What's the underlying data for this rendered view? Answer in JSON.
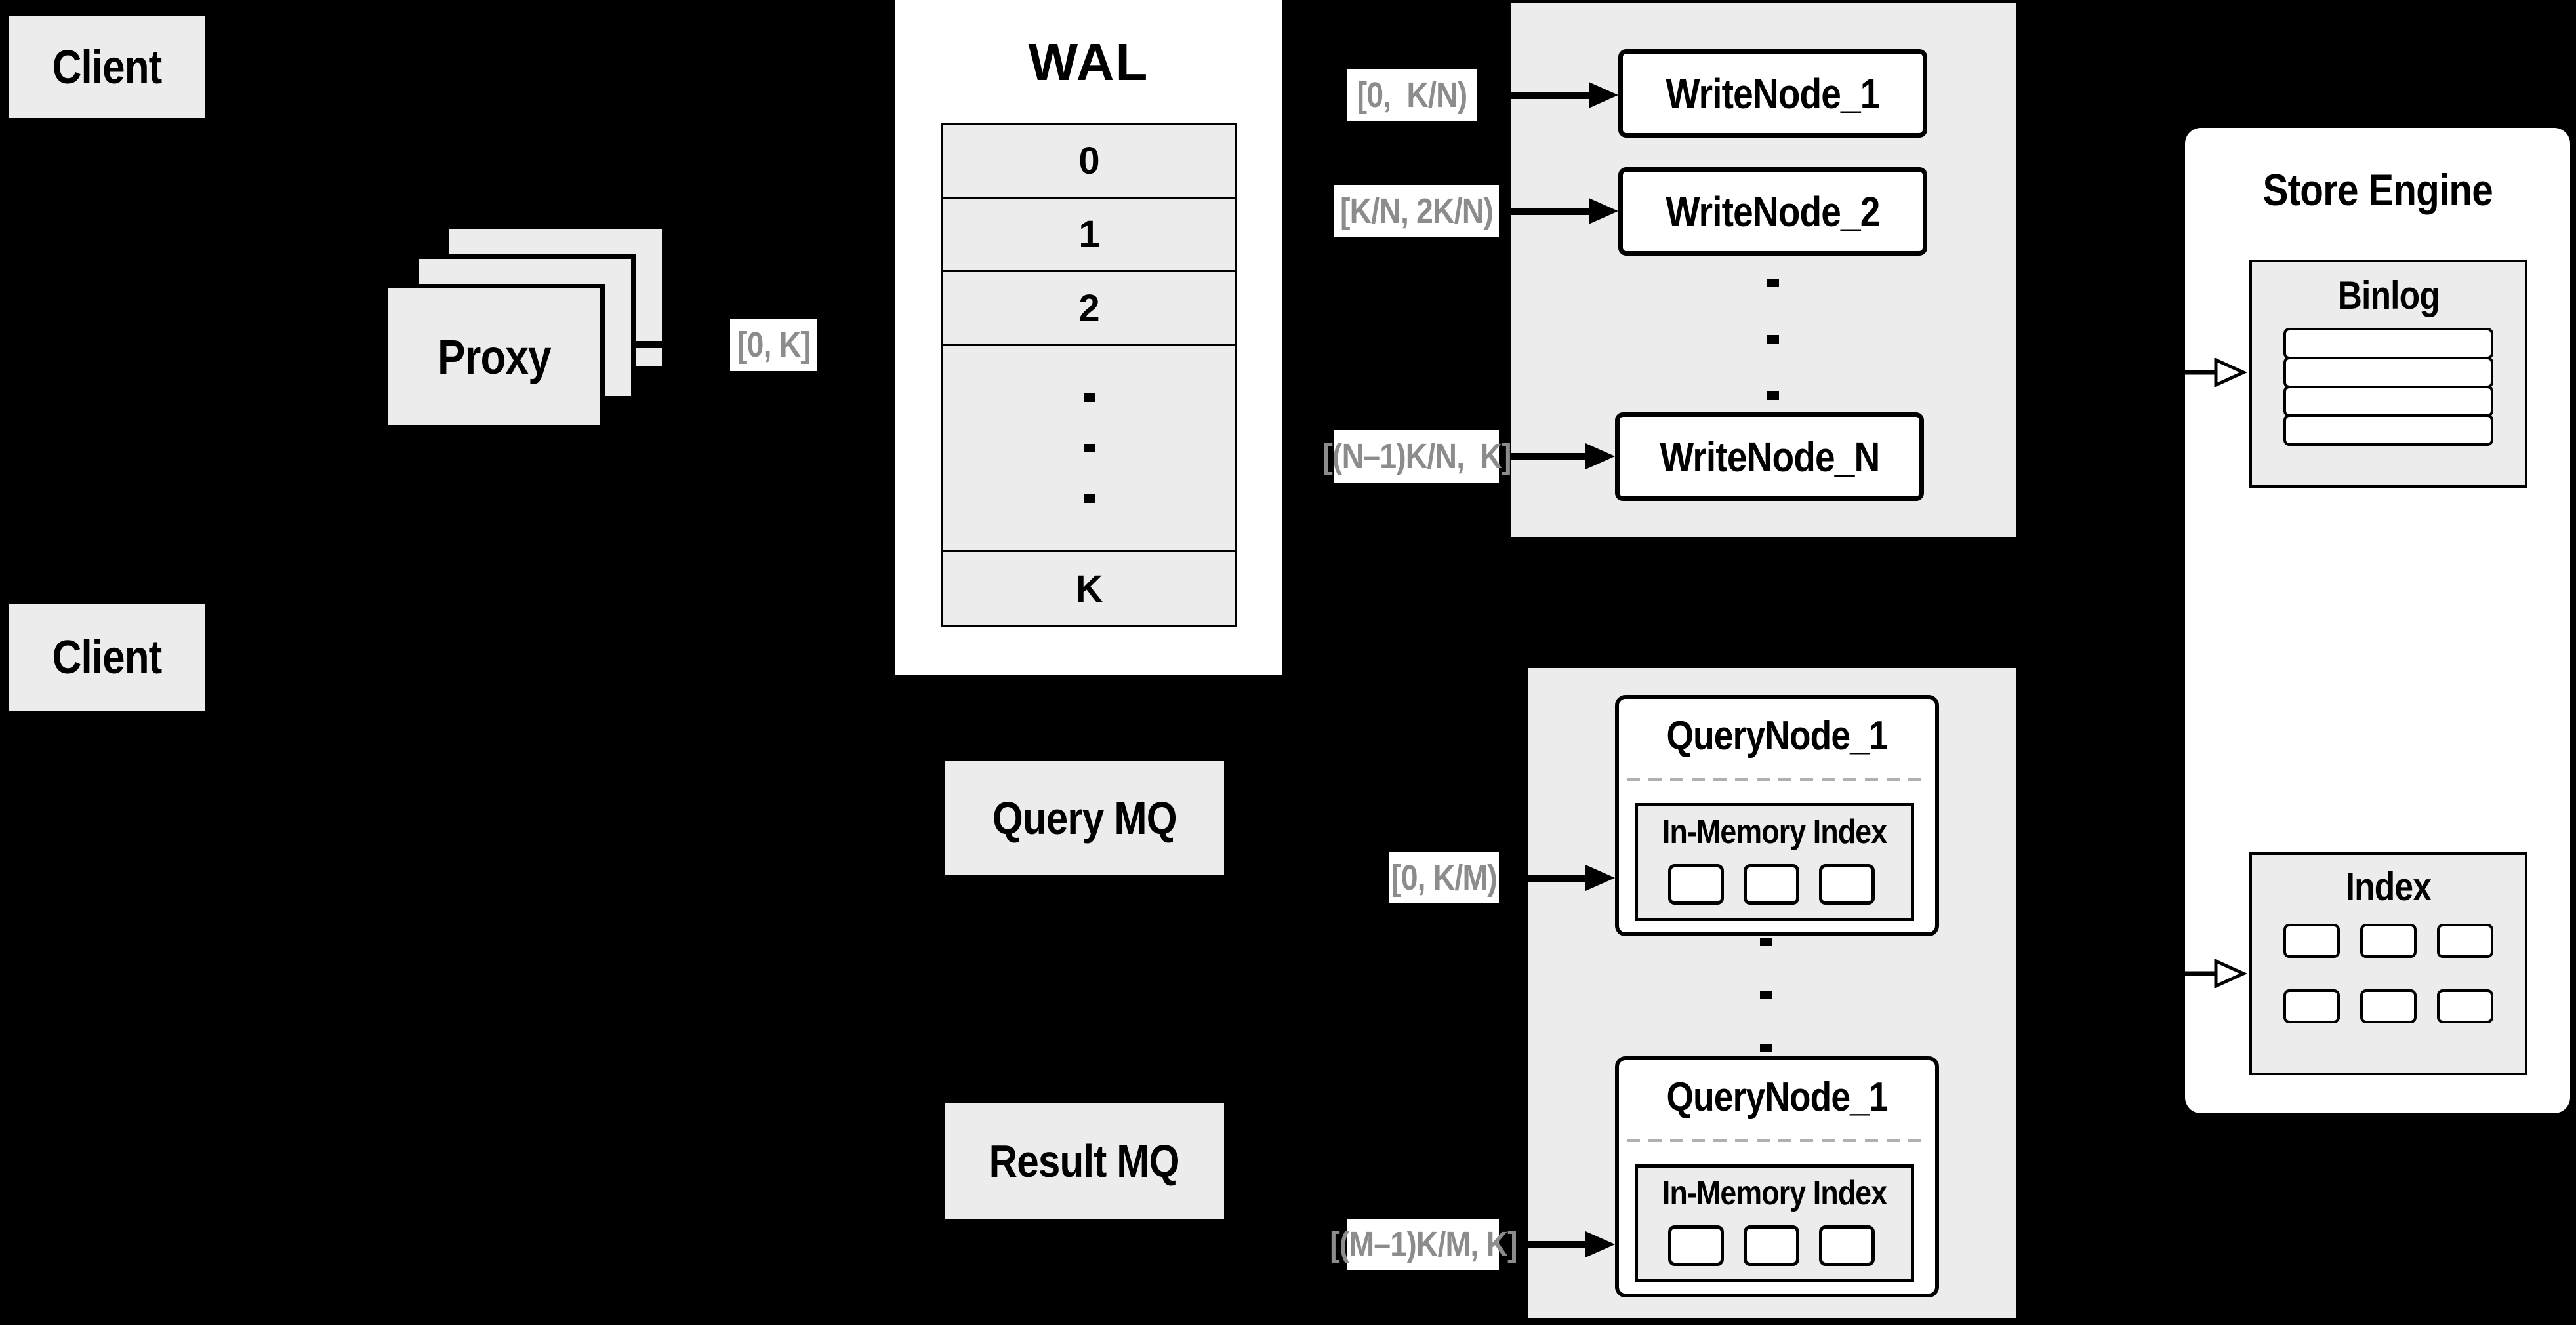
{
  "colors": {
    "background": "#000000",
    "panel_gray": "#ececec",
    "node_white": "#ffffff",
    "border_black": "#000000",
    "range_text_gray": "#8c8c8c",
    "dash_gray": "#b0b0b0"
  },
  "clients": {
    "top": "Client",
    "bottom": "Client"
  },
  "proxy": {
    "label": "Proxy",
    "range": "[0, K]"
  },
  "wal": {
    "title": "WAL",
    "rows": [
      "0",
      "1",
      "2"
    ],
    "last_row": "K",
    "ellipsis_dots": 3
  },
  "write_section": {
    "ellipsis_dots": 3,
    "nodes": [
      {
        "range": "[0,  K/N)",
        "name": "WriteNode_1"
      },
      {
        "range": "[K/N, 2K/N)",
        "name": "WriteNode_2"
      },
      {
        "range": "[(N–1)K/N,  K]",
        "name": "WriteNode_N"
      }
    ]
  },
  "store_engine": {
    "title": "Store Engine",
    "binlog": {
      "title": "Binlog",
      "rows": 4
    },
    "index": {
      "title": "Index",
      "cells": 6
    }
  },
  "mq": {
    "query": "Query MQ",
    "result": "Result MQ"
  },
  "query_section": {
    "ellipsis_dots": 3,
    "nodes": [
      {
        "range": "[0, K/M)",
        "name": "QueryNode_1",
        "memory_title": "In-Memory Index",
        "segments": 3
      },
      {
        "range": "[(M–1)K/M, K]",
        "name": "QueryNode_1",
        "memory_title": "In-Memory Index",
        "segments": 3
      }
    ]
  }
}
